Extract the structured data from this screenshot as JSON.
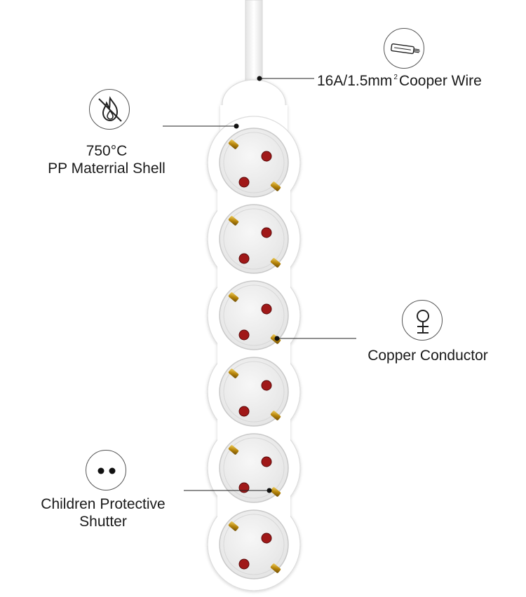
{
  "callouts": {
    "wire": {
      "text_main": "16A/1.5mm",
      "text_sup": "2",
      "text_tail": "Cooper Wire",
      "icon": "wire-icon"
    },
    "shell": {
      "line1": "750°C",
      "line2": "PP Materrial Shell",
      "icon": "no-fire-icon"
    },
    "conductor": {
      "text": "Copper Conductor",
      "icon": "copper-symbol-icon"
    },
    "shutter": {
      "line1": "Children Protective",
      "line2": "Shutter",
      "icon": "two-dots-icon"
    }
  },
  "power_strip": {
    "outlet_count": 6,
    "colors": {
      "body": "#ffffff",
      "socket": "#efefef",
      "pin_hole": "#a01818",
      "earth_clip": "#c89a1a"
    }
  }
}
